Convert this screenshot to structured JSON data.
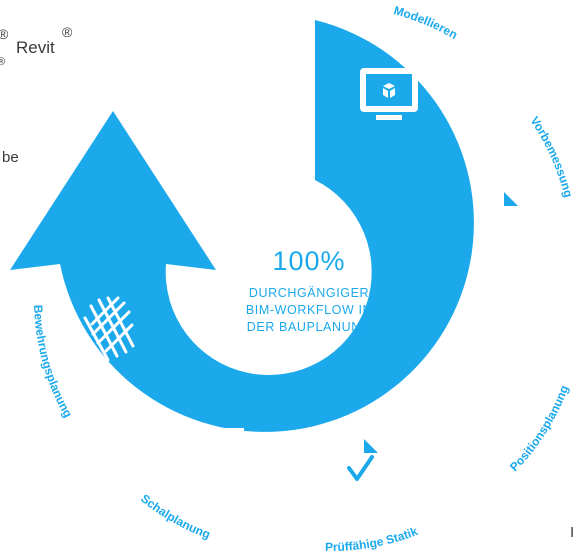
{
  "left_fragments": {
    "revit_reg1": "®",
    "revit_word": "Revit",
    "revit_reg2": "®",
    "reg_small": "®",
    "be": "be",
    "bottom_right_char": "I"
  },
  "center": {
    "percent": "100%",
    "line1": "DURCHGÄNGIGER",
    "line2": "BIM-WORKFLOW IN",
    "line3": "DER BAUPLANUNG"
  },
  "steps": [
    {
      "label": "Modellieren",
      "icon": "monitor-cube-icon"
    },
    {
      "label": "Vorbemessung",
      "icon": "document-icon"
    },
    {
      "label": "Positionsplanung",
      "icon": "download-arrows-icon"
    },
    {
      "label": "Prüffähige Statik",
      "icon": "checked-document-icon"
    },
    {
      "label": "Schalplanung",
      "icon": "formwork-book-icon"
    },
    {
      "label": "Bewehrungsplanung",
      "icon": "rebar-mesh-icon"
    }
  ],
  "colors": {
    "ring": "#1ba9ec",
    "label": "#1ba9ec",
    "icon": "#ffffff",
    "text_dark": "#3a3a3a"
  }
}
